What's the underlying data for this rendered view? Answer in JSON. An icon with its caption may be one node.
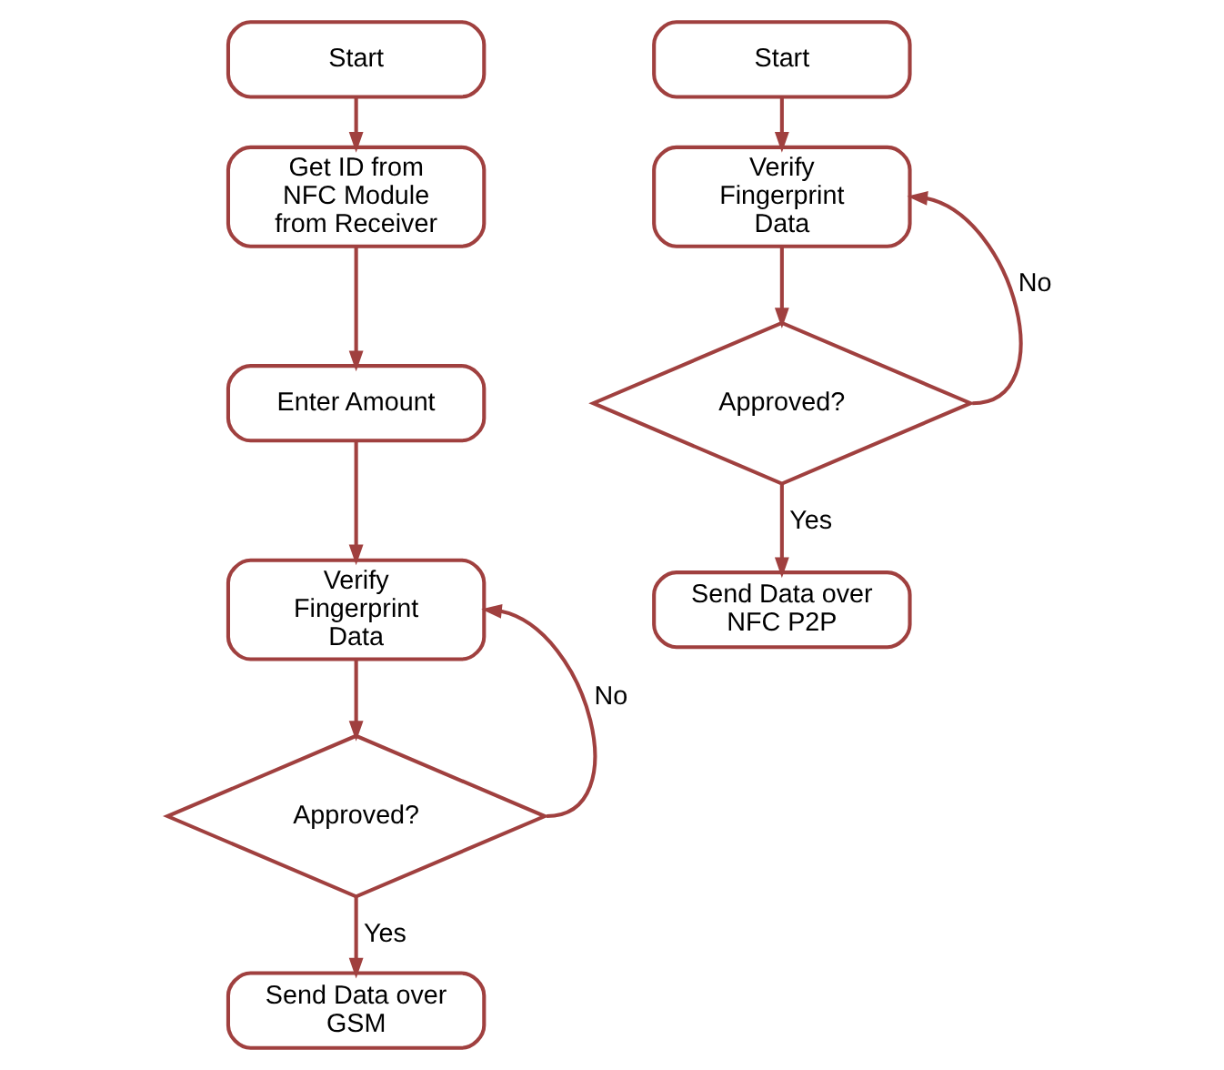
{
  "diagram": {
    "nodes": [
      {
        "text": [
          "Start"
        ]
      },
      {
        "text": [
          "Get ID from NFC Module from Receiver"
        ]
      },
      {
        "text": [
          "Enter Amount"
        ]
      },
      {
        "text": [
          "Verify Fingerprint Data"
        ]
      },
      {
        "text": [
          "Approved?"
        ]
      },
      {
        "text": [
          "Send Data over GSM"
        ]
      },
      {
        "text": [
          "Start"
        ]
      },
      {
        "text": [
          "Verify Fingerprint Data"
        ]
      },
      {
        "text": [
          "Approved?"
        ]
      },
      {
        "text": [
          "Send Data over NFC P2P"
        ]
      }
    ],
    "edges": [
      {
        "from": 0,
        "to": 1,
        "arrow": "to"
      },
      {
        "from": 1,
        "to": 2,
        "arrow": "to"
      },
      {
        "from": 2,
        "to": 3,
        "arrow": "to"
      },
      {
        "from": 3,
        "to": 4,
        "arrow": "to"
      },
      {
        "from": 4,
        "to": 5,
        "arrow": "to",
        "label": "Yes"
      },
      {
        "from": 4,
        "to": 3,
        "arrow": "to",
        "label": "No"
      },
      {
        "from": 6,
        "to": 7,
        "arrow": "to"
      },
      {
        "from": 7,
        "to": 8,
        "arrow": "to"
      },
      {
        "from": 8,
        "to": 9,
        "arrow": "to",
        "label": "Yes"
      },
      {
        "from": 8,
        "to": 7,
        "arrow": "to",
        "label": "No"
      }
    ]
  }
}
